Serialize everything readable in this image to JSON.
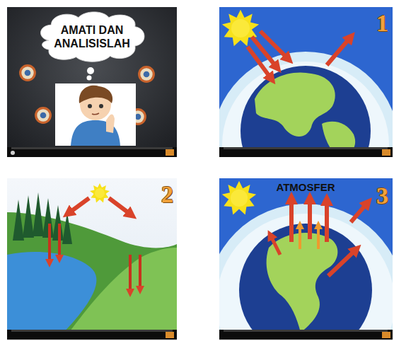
{
  "diagram": {
    "nodes": [
      {
        "text": [
          "AMATI DAN ANALISISLAH"
        ]
      }
    ],
    "labels": [
      "1",
      "2",
      "ATMOSFER",
      "3"
    ]
  }
}
